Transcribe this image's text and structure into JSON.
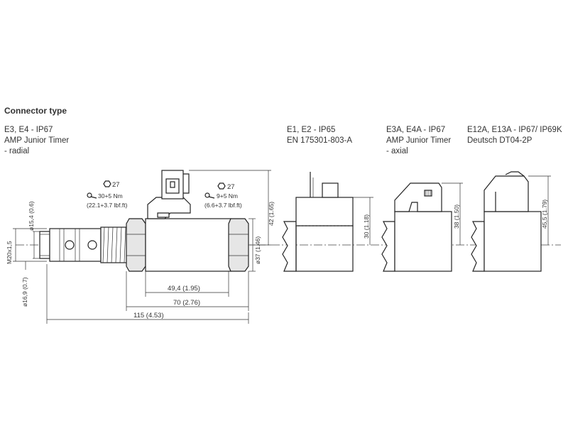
{
  "heading": "Connector type",
  "connectors": [
    {
      "lines": [
        "E3, E4 - IP67",
        "AMP Junior Timer",
        "- radial"
      ]
    },
    {
      "lines": [
        "E1, E2 - IP65",
        "EN 175301-803-A"
      ]
    },
    {
      "lines": [
        "E3A, E4A - IP67",
        "AMP Junior Timer",
        "- axial"
      ]
    },
    {
      "lines": [
        "E12A, E13A - IP67/ IP69K",
        "Deutsch DT04-2P"
      ]
    }
  ],
  "dimensions": {
    "nut_left_size": "27",
    "nut_left_torque": "30+5 Nm",
    "nut_left_torque_imperial": "(22.1+3.7 lbf.ft)",
    "nut_right_size": "27",
    "nut_right_torque": "9+5 Nm",
    "nut_right_torque_imperial": "(6.6+3.7 lbf.ft)",
    "dia_15_4": "ø15,4 (0.6)",
    "thread": "M20x1,5",
    "dia_16_9": "ø16,9 (0.7)",
    "len_49_4": "49,4 (1.95)",
    "len_70": "70 (2.76)",
    "len_115": "115 (4.53)",
    "dia_37": "ø37 (1.46)",
    "height_42": "42 (1.65)",
    "height_30": "30 (1.18)",
    "height_38": "38 (1.50)",
    "height_45_5": "45,5 (1.79)"
  },
  "symbols": {
    "hex_icon": "hexagon-icon",
    "wrench_icon": "torque-wrench-icon"
  }
}
